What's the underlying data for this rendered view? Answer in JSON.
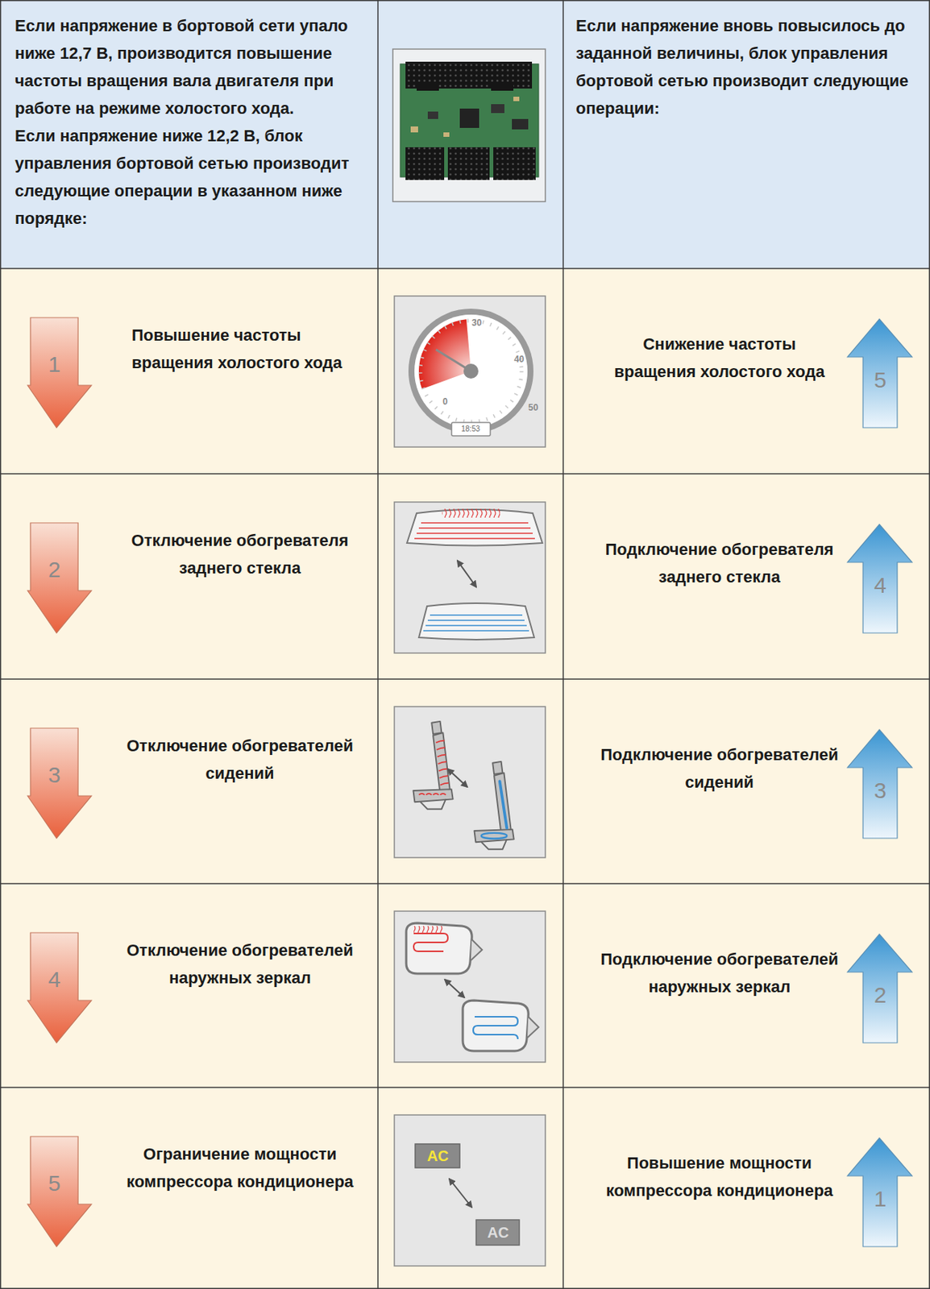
{
  "diagram": {
    "nodes": [
      {
        "text": [
          "Если напряжение в бортовой сети упало ниже 12,7 В, производится повышение частоты вращения вала двигателя при работе на режиме холостого хода.",
          "Если напряжение ниже 12,2 В, блок управления бортовой сетью производит следующие операции в указанном ниже порядке:"
        ]
      },
      {
        "text": [
          "Если напряжение вновь повысилось до заданной величины, блок управления бортовой сетью производит следующие операции:"
        ]
      },
      {
        "text": [
          "Повышение частоты вращения холостого хода"
        ]
      },
      {
        "text": [
          "1"
        ],
        "in": 2
      },
      {
        "text": [
          "Снижение частоты вращения холостого хода"
        ]
      },
      {
        "text": [
          "5"
        ],
        "in": 4
      },
      {
        "text": [
          "Отключение обогревателя заднего стекла"
        ]
      },
      {
        "text": [
          "2"
        ],
        "in": 6
      },
      {
        "text": [
          "Подключение обогревателя заднего стекла"
        ]
      },
      {
        "text": [
          "4"
        ],
        "in": 8
      },
      {
        "text": [
          "Отключение обогревателей сидений"
        ]
      },
      {
        "text": [
          "3"
        ],
        "in": 10
      },
      {
        "text": [
          "Подключение обогревателей сидений"
        ]
      },
      {
        "text": [
          "3"
        ],
        "in": 12
      },
      {
        "text": [
          "Отключение обогревателей наружных зеркал"
        ]
      },
      {
        "text": [
          "4"
        ],
        "in": 14
      },
      {
        "text": [
          "Подключение обогревателей наружных зеркал"
        ]
      },
      {
        "text": [
          "2"
        ],
        "in": 16
      },
      {
        "text": [
          "Ограничение мощности компрессора кондиционера"
        ]
      },
      {
        "text": [
          "5"
        ],
        "in": 18
      },
      {
        "text": [
          "Повышение мощности компрессора кондиционера"
        ]
      },
      {
        "text": [
          "1"
        ],
        "in": 20
      }
    ],
    "labels": [
      "30",
      "40",
      "50",
      "0",
      "18:53",
      "AC",
      "AC"
    ]
  }
}
